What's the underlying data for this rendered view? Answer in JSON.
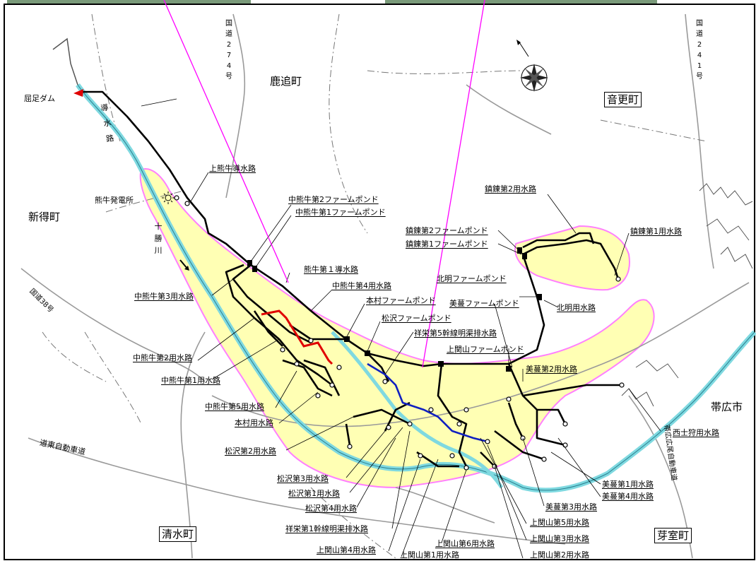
{
  "colors": {
    "irrigated_area": "#ffffb4",
    "area_border": "#ff80ff",
    "river": "#7fd9e0",
    "canal": "#000000",
    "red_canal": "#e00000",
    "blue_canal": "#1020c0",
    "callout": "#ff00ff",
    "road": "#9a9a9a"
  },
  "towns": {
    "shikaoi": "鹿追町",
    "otofuke": "音更町",
    "shintoku": "新得町",
    "obihiro": "帯広市",
    "shimizu": "清水町",
    "memuro": "芽室町"
  },
  "roads": {
    "r274": "国道274号",
    "r241": "国道241号",
    "r38": "国道38号",
    "doto": "道東自動車道",
    "obihiro_hiroo": "帯広広尾自動車道"
  },
  "river": {
    "tokachi": "十勝川"
  },
  "facilities": {
    "dam": "屈足ダム",
    "power_plant": "熊牛発電所",
    "headrace": "導水路"
  },
  "labels": {
    "kamikumaushi_dosuiro": "上熊牛導水路",
    "naka_fp2": "中熊牛第2ファームポンド",
    "naka_fp1": "中熊牛第1ファームポンド",
    "kumaushi_dosuiro1": "熊牛第１導水路",
    "naka_yosui4": "中熊牛第4用水路",
    "naka_yosui3": "中熊牛第3用水路",
    "motomura_fp": "本村ファームポンド",
    "matsuzawa_fp": "松沢ファームポンド",
    "shoei5": "祥栄第5幹線明渠排水路",
    "naka_yosui2": "中熊牛第2用水路",
    "naka_yosui1": "中熊牛第1用水路",
    "naka_yosui5": "中熊牛第5用水路",
    "motomura_yosui": "本村用水路",
    "matsuzawa_yosui2": "松沢第2用水路",
    "matsuzawa_yosui3": "松沢第3用水路",
    "matsuzawa_yosui1": "松沢第1用水路",
    "matsuzawa_yosui4": "松沢第4用水路",
    "shoei1": "祥栄第1幹線明渠排水路",
    "kamisekiyama4": "上関山第4用水路",
    "kamisekiyama1": "上関山第1用水路",
    "kamisekiyama6": "上関山第6用水路",
    "kamisekiyama2": "上関山第2用水路",
    "kamisekiyama3": "上関山第3用水路",
    "kamisekiyama5": "上関山第5用水路",
    "kamisekiyama_fp": "上関山ファームポンド",
    "bibai_fp": "美蔓ファームポンド",
    "hokumei_fp": "北明ファームポンド",
    "hokumei_yosui": "北明用水路",
    "bibai_yosui2": "美蔓第2用水路",
    "bibai_yosui1": "美蔓第1用水路",
    "bibai_yosui4": "美蔓第4用水路",
    "bibai_yosui3": "美蔓第3用水路",
    "nishishikari": "西士狩用水路",
    "chinren_yosui2": "鎮錬第2用水路",
    "chinren_fp2": "鎮錬第2ファームポンド",
    "chinren_fp1": "鎮錬第1ファームポンド",
    "chinren_yosui1": "鎮錬第1用水路"
  }
}
